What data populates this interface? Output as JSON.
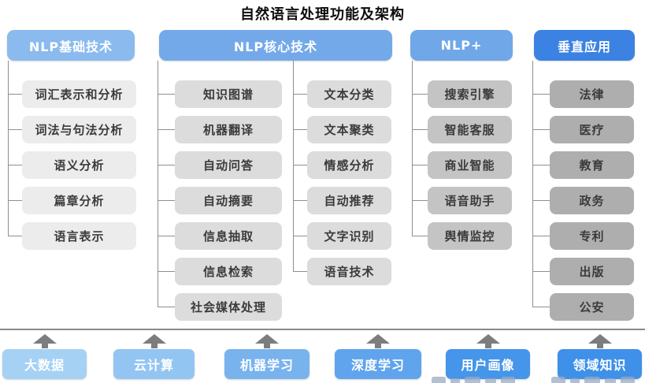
{
  "title": "自然语言处理功能及架构",
  "columns": [
    {
      "header": "NLP基础技术",
      "items": [
        "词汇表示和分析",
        "词法与句法分析",
        "语义分析",
        "篇章分析",
        "语言表示"
      ]
    },
    {
      "header": "NLP核心技术",
      "items_left": [
        "知识图谱",
        "机器翻译",
        "自动问答",
        "自动摘要",
        "信息抽取",
        "信息检索",
        "社会媒体处理"
      ],
      "items_right": [
        "文本分类",
        "文本聚类",
        "情感分析",
        "自动推荐",
        "文字识别",
        "语音技术"
      ]
    },
    {
      "header": "NLP+",
      "items": [
        "搜索引擎",
        "智能客服",
        "商业智能",
        "语音助手",
        "舆情监控"
      ]
    },
    {
      "header": "垂直应用",
      "items": [
        "法律",
        "医疗",
        "教育",
        "政务",
        "专利",
        "出版",
        "公安"
      ]
    }
  ],
  "foundation": [
    "大数据",
    "云计算",
    "机器学习",
    "深度学习",
    "用户画像",
    "领域知识"
  ],
  "colors": {
    "header_blues": [
      "#8abaee",
      "#74a9e9",
      "#70a7e8",
      "#3b82e2"
    ],
    "item_grays": [
      "#ececec",
      "#dcdcdc",
      "#c4c4c4",
      "#aeaeae"
    ],
    "foundation_blues": [
      "#a5d1f5",
      "#93c5f2",
      "#79b3ee",
      "#5fa4ec",
      "#4595ea",
      "#3f90e9"
    ],
    "arrow_gray": "#7d7d7d",
    "connector_gray": "#8f8f8f",
    "item_text": "#3b3b3b"
  }
}
